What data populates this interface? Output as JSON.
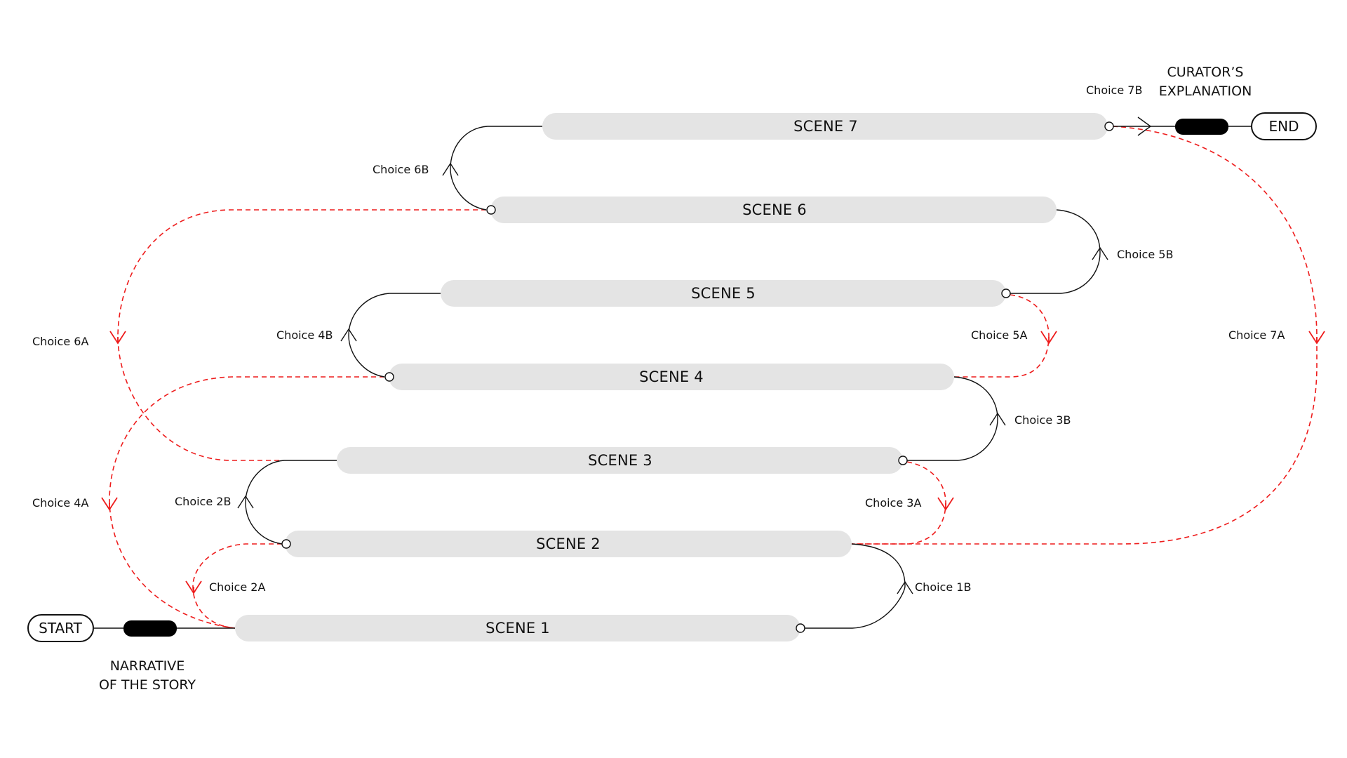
{
  "colors": {
    "scene_bar": "#e4e4e4",
    "main_path": "#111111",
    "alt_path": "#ee1c1c",
    "background": "#ffffff"
  },
  "terminals": {
    "start": "START",
    "end": "END"
  },
  "captions": {
    "narrative_line1": "NARRATIVE",
    "narrative_line2": "OF THE STORY",
    "curator_line1": "CURATOR’S",
    "curator_line2": "EXPLANATION"
  },
  "scenes": [
    {
      "id": 1,
      "label": "SCENE 1"
    },
    {
      "id": 2,
      "label": "SCENE 2"
    },
    {
      "id": 3,
      "label": "SCENE 3"
    },
    {
      "id": 4,
      "label": "SCENE 4"
    },
    {
      "id": 5,
      "label": "SCENE 5"
    },
    {
      "id": 6,
      "label": "SCENE 6"
    },
    {
      "id": 7,
      "label": "SCENE 7"
    }
  ],
  "choices": {
    "c1a": "Choice 1B",
    "c2a": "Choice 2A",
    "c2b": "Choice 2B",
    "c3a": "Choice 3A",
    "c3b": "Choice 3B",
    "c4a": "Choice 4A",
    "c4b": "Choice 4B",
    "c5a": "Choice 5A",
    "c5b": "Choice 5B",
    "c6a": "Choice 6A",
    "c6b": "Choice 6B",
    "c7a": "Choice 7A",
    "c7b": "Choice 7B"
  },
  "edges": [
    {
      "from": "START",
      "to": "SCENE 1",
      "type": "main"
    },
    {
      "from": "SCENE 1",
      "to": "SCENE 2",
      "choice": "Choice 1B",
      "type": "main"
    },
    {
      "from": "SCENE 2",
      "to": "SCENE 3",
      "choice": "Choice 2B",
      "type": "main"
    },
    {
      "from": "SCENE 2",
      "to": "SCENE 1",
      "choice": "Choice 2A",
      "type": "alt"
    },
    {
      "from": "SCENE 3",
      "to": "SCENE 4",
      "choice": "Choice 3B",
      "type": "main"
    },
    {
      "from": "SCENE 3",
      "to": "SCENE 2",
      "choice": "Choice 3A",
      "type": "alt"
    },
    {
      "from": "SCENE 4",
      "to": "SCENE 5",
      "choice": "Choice 4B",
      "type": "main"
    },
    {
      "from": "SCENE 4",
      "to": "SCENE 1",
      "choice": "Choice 4A",
      "type": "alt"
    },
    {
      "from": "SCENE 5",
      "to": "SCENE 6",
      "choice": "Choice 5B",
      "type": "main"
    },
    {
      "from": "SCENE 5",
      "to": "SCENE 4",
      "choice": "Choice 5A",
      "type": "alt"
    },
    {
      "from": "SCENE 6",
      "to": "SCENE 7",
      "choice": "Choice 6B",
      "type": "main"
    },
    {
      "from": "SCENE 6",
      "to": "SCENE 3",
      "choice": "Choice 6A",
      "type": "alt"
    },
    {
      "from": "SCENE 7",
      "to": "END",
      "choice": "Choice 7B",
      "type": "main"
    },
    {
      "from": "SCENE 7",
      "to": "SCENE 2",
      "choice": "Choice 7A",
      "type": "alt"
    }
  ]
}
